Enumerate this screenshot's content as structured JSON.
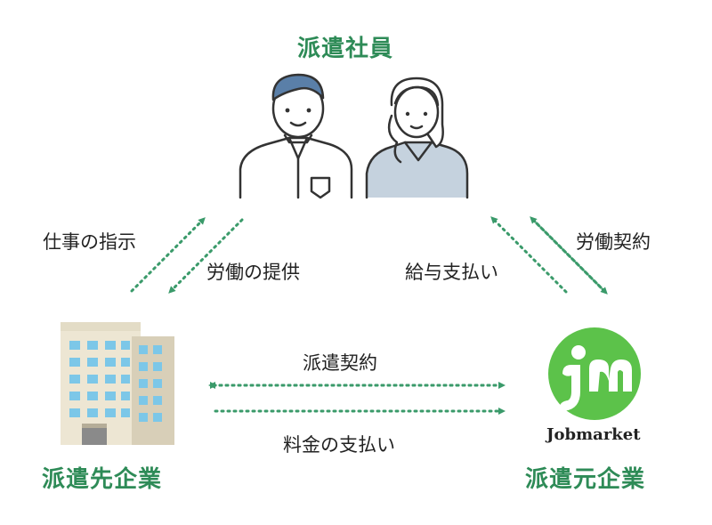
{
  "nodes": {
    "employees": "派遣社員",
    "client": "派遣先企業",
    "agency": "派遣元企業",
    "logo_text": "Jobmarket"
  },
  "relations": {
    "work_instruction": "仕事の指示",
    "labor_provision": "労働の提供",
    "salary_payment": "給与支払い",
    "labor_contract": "労働契約",
    "dispatch_contract": "派遣契約",
    "fee_payment": "料金の支払い"
  },
  "colors": {
    "accent": "#2e8b57",
    "arrow": "#3a9a6a",
    "logo": "#5cc24a"
  }
}
